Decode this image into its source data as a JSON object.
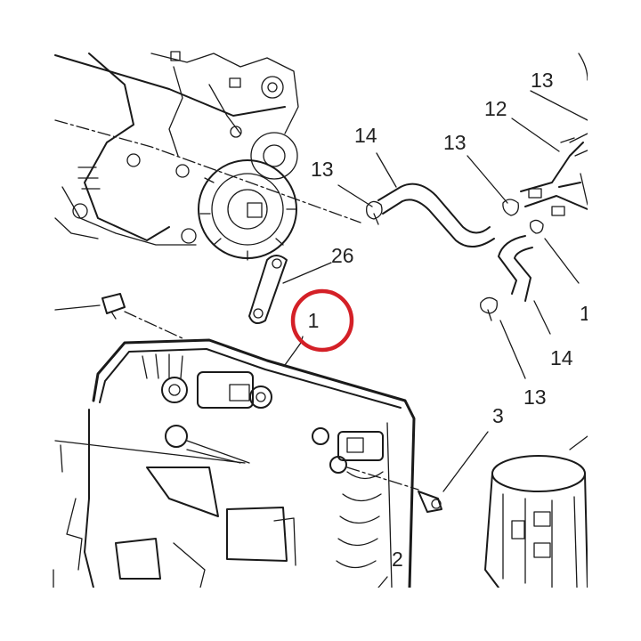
{
  "callouts": [
    {
      "id": "c13a",
      "label": "13"
    },
    {
      "id": "c12",
      "label": "12"
    },
    {
      "id": "c14a",
      "label": "14"
    },
    {
      "id": "c13b",
      "label": "13"
    },
    {
      "id": "c13c",
      "label": "13"
    },
    {
      "id": "c26",
      "label": "26"
    },
    {
      "id": "c1",
      "label": "1"
    },
    {
      "id": "c1b",
      "label": "1"
    },
    {
      "id": "c14b",
      "label": "14"
    },
    {
      "id": "c13d",
      "label": "13"
    },
    {
      "id": "c3",
      "label": "3"
    },
    {
      "id": "c2",
      "label": "2"
    }
  ],
  "highlight": {
    "target": "1",
    "color": "#d42027"
  }
}
